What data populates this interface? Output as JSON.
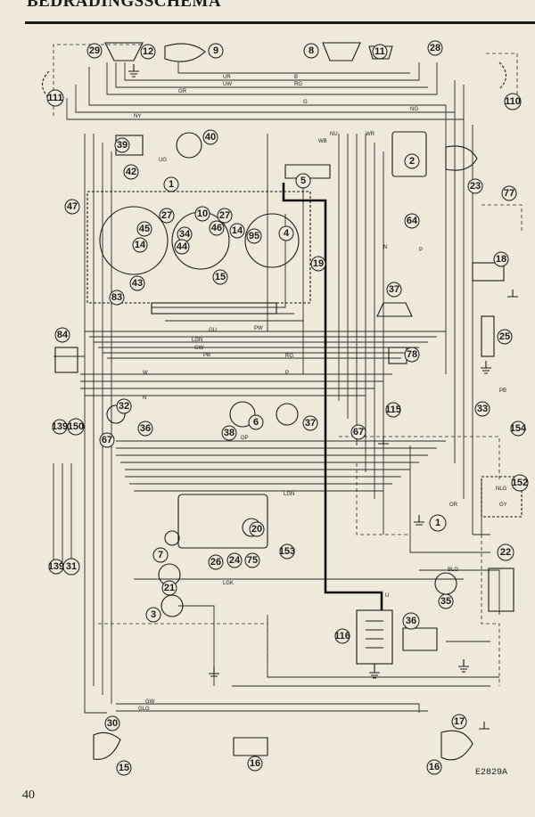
{
  "page": {
    "title": "BEDRADINGSSCHEMA",
    "page_number": "40",
    "reference_code": "E2829A"
  },
  "component_labels": [
    "29",
    "12",
    "9",
    "8",
    "11",
    "28",
    "111",
    "110",
    "39",
    "40",
    "42",
    "1",
    "2",
    "5",
    "23",
    "77",
    "47",
    "27",
    "10",
    "27",
    "46",
    "45",
    "34",
    "14",
    "44",
    "14",
    "95",
    "4",
    "19",
    "64",
    "43",
    "15",
    "83",
    "18",
    "37",
    "84",
    "25",
    "78",
    "33",
    "32",
    "36",
    "38",
    "6",
    "37",
    "139",
    "150",
    "115",
    "67",
    "67",
    "154",
    "152",
    "1",
    "20",
    "7",
    "26",
    "24",
    "75",
    "153",
    "22",
    "21",
    "35",
    "3",
    "116",
    "36",
    "139",
    "31",
    "30",
    "17",
    "15",
    "16"
  ],
  "wire_codes": [
    "UR",
    "UW",
    "B",
    "RG",
    "GR",
    "G",
    "NG",
    "NY",
    "NU",
    "WB",
    "WR",
    "UG",
    "GU",
    "LGN",
    "GW",
    "PB",
    "GP",
    "PW",
    "LGN",
    "GLG",
    "LGK",
    "BLG",
    "OR",
    "GY",
    "PB",
    "NLG",
    "U",
    "W",
    "N",
    "P",
    "RG"
  ]
}
